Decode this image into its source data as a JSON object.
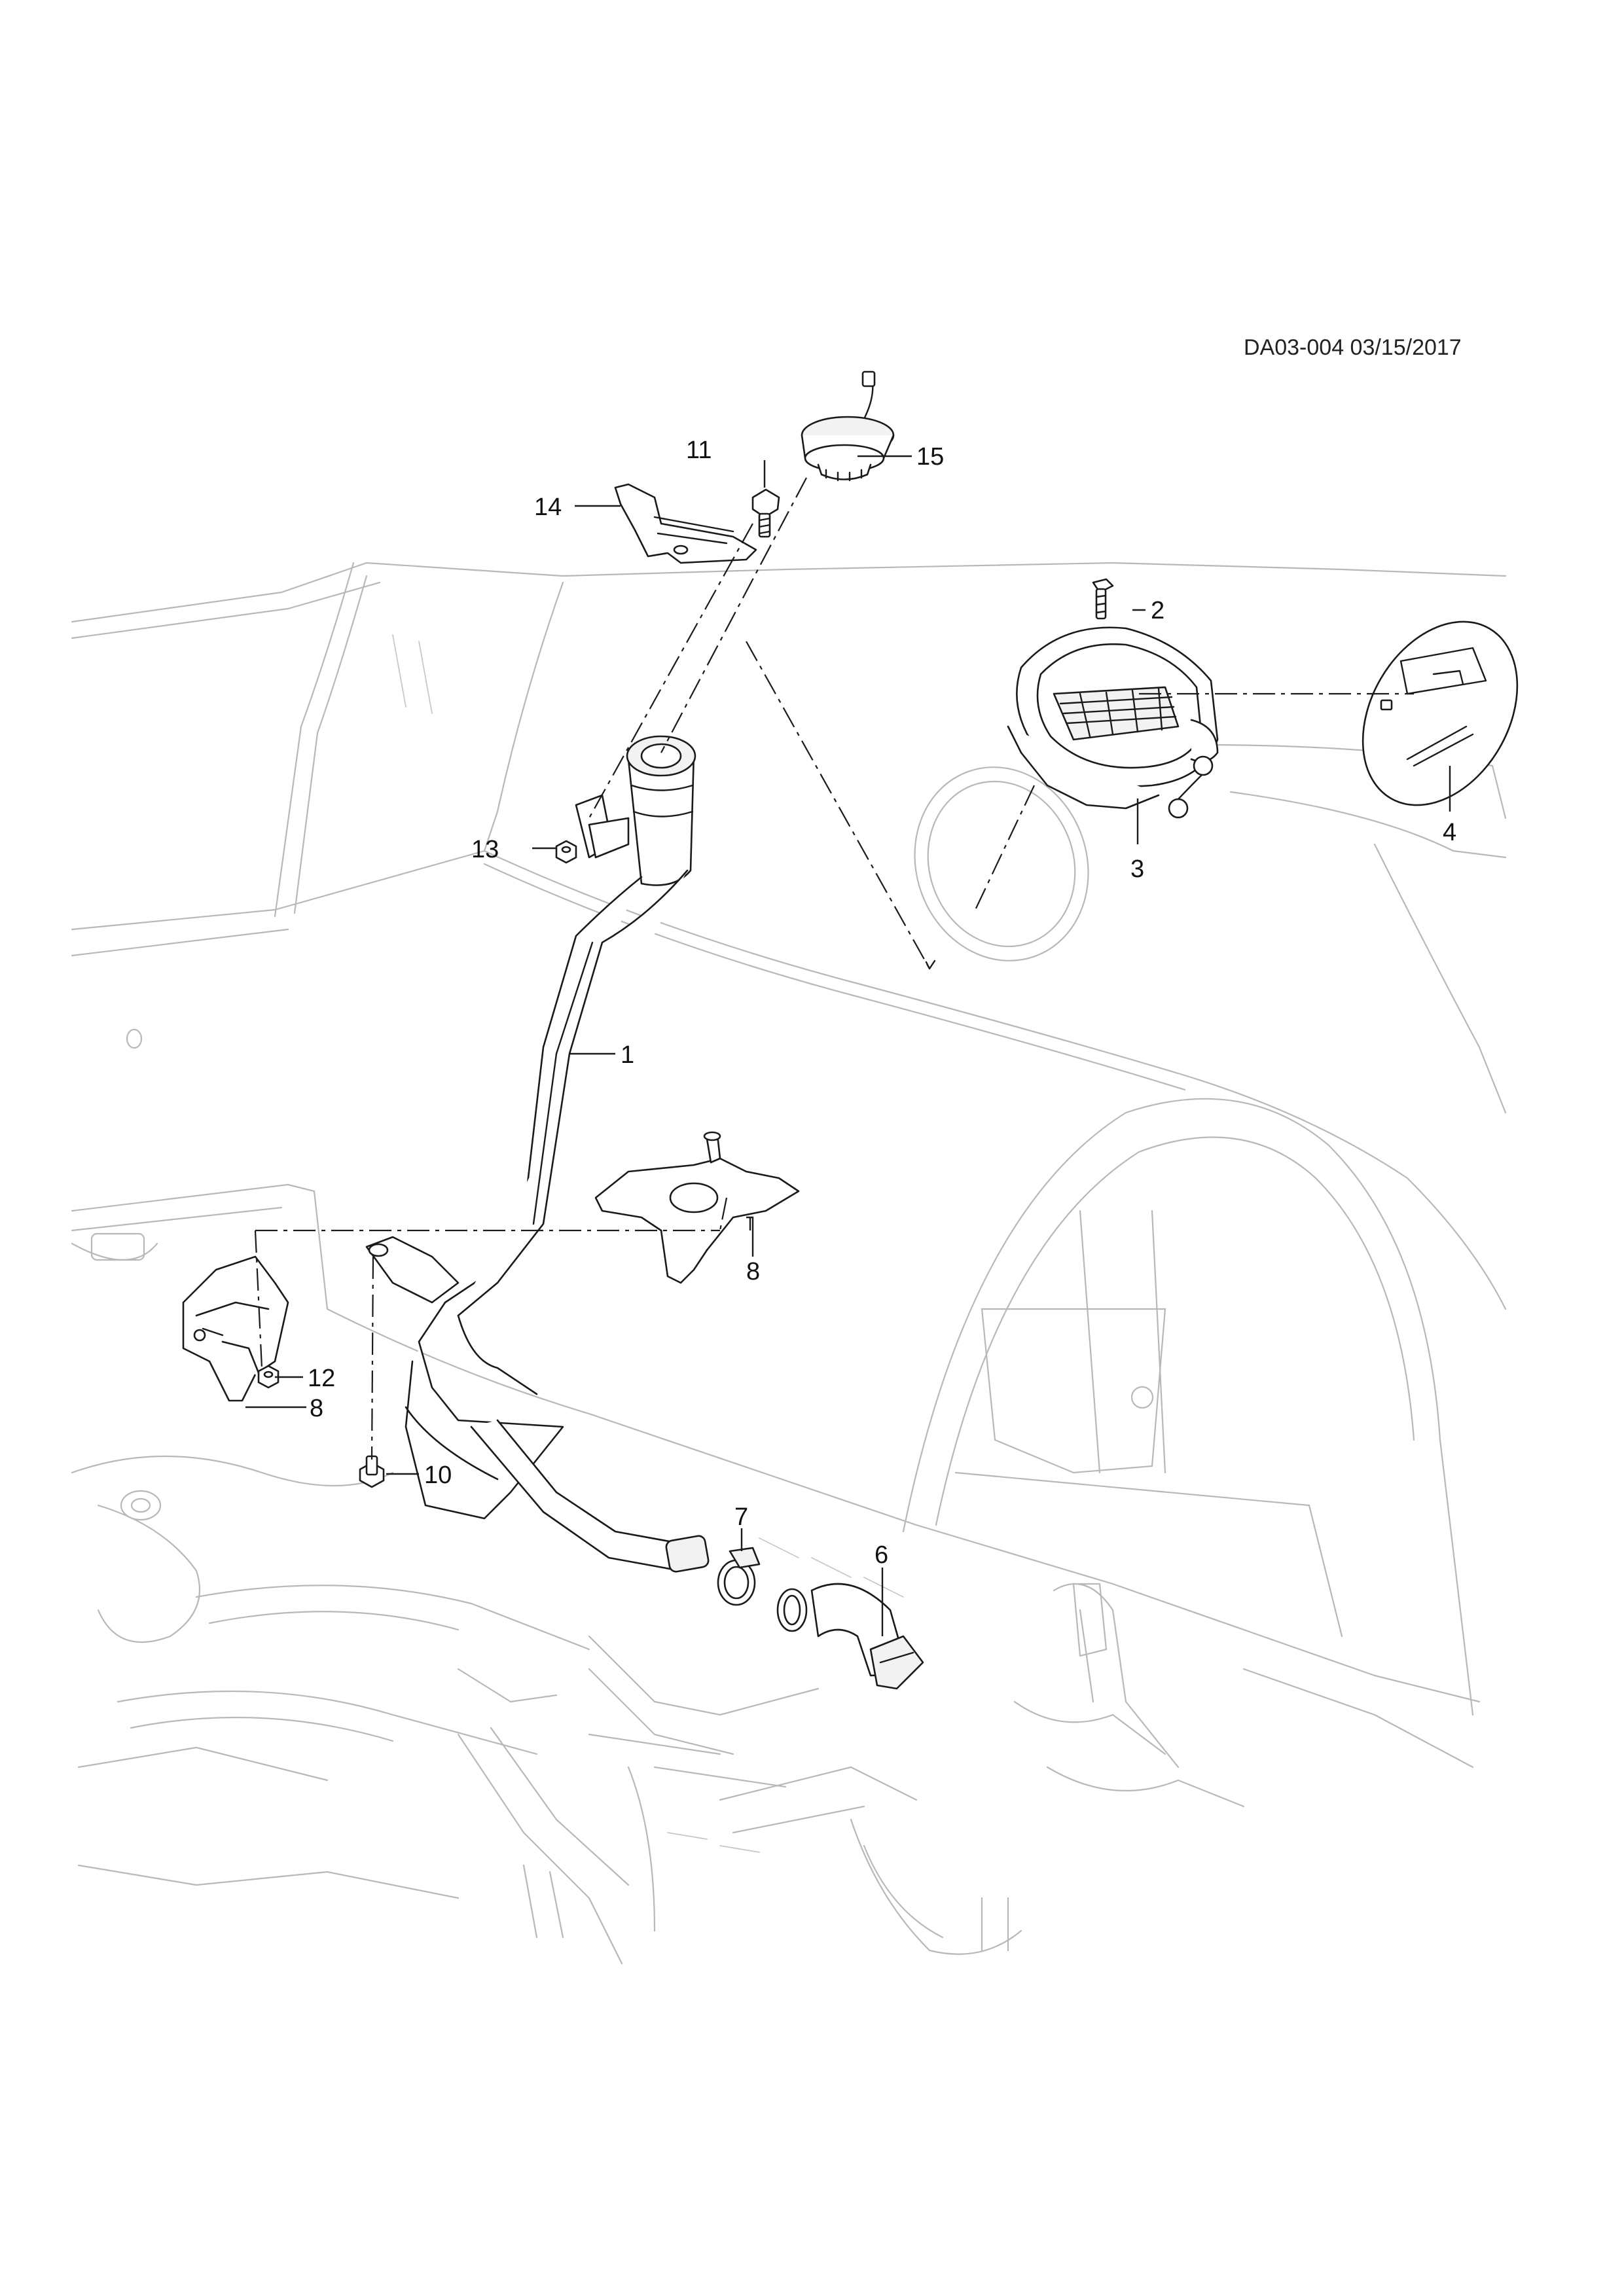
{
  "document": {
    "code": "DA03-004 03/15/2017"
  },
  "callouts": [
    {
      "label": "1"
    },
    {
      "label": "2"
    },
    {
      "label": "3"
    },
    {
      "label": "4"
    },
    {
      "label": "6"
    },
    {
      "label": "7"
    },
    {
      "label": "8"
    },
    {
      "label": "8"
    },
    {
      "label": "10"
    },
    {
      "label": "11"
    },
    {
      "label": "12"
    },
    {
      "label": "13"
    },
    {
      "label": "14"
    },
    {
      "label": "15"
    }
  ],
  "colors": {
    "line": "#1a1a1a",
    "ghost_line": "#b8b8b8",
    "background": "#ffffff"
  }
}
